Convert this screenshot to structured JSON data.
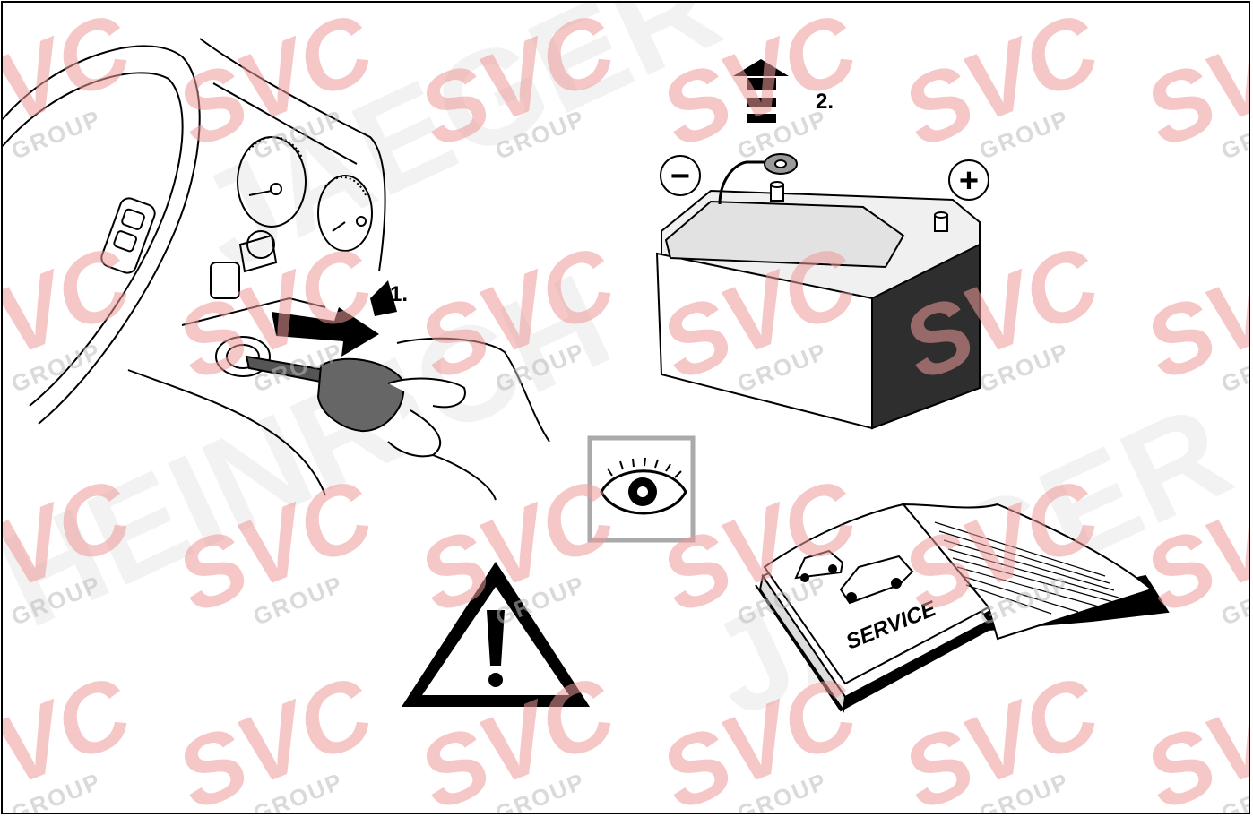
{
  "steps": {
    "step1_label": "1.",
    "step2_label": "2."
  },
  "battery": {
    "negative_symbol": "−",
    "positive_symbol": "+"
  },
  "manual": {
    "cover_text": "SERVICE"
  },
  "watermark": {
    "brand": "SVC",
    "group": "GROUP",
    "background_text_1": "JAEGER",
    "background_text_2": "HEINRICH",
    "color": "#ee9a9a"
  },
  "icons": {
    "eye": "eye-icon",
    "warning": "warning-triangle-icon",
    "battery": "battery-icon",
    "book": "service-manual-icon",
    "key": "ignition-key-icon",
    "arrow": "arrow-up-icon"
  }
}
